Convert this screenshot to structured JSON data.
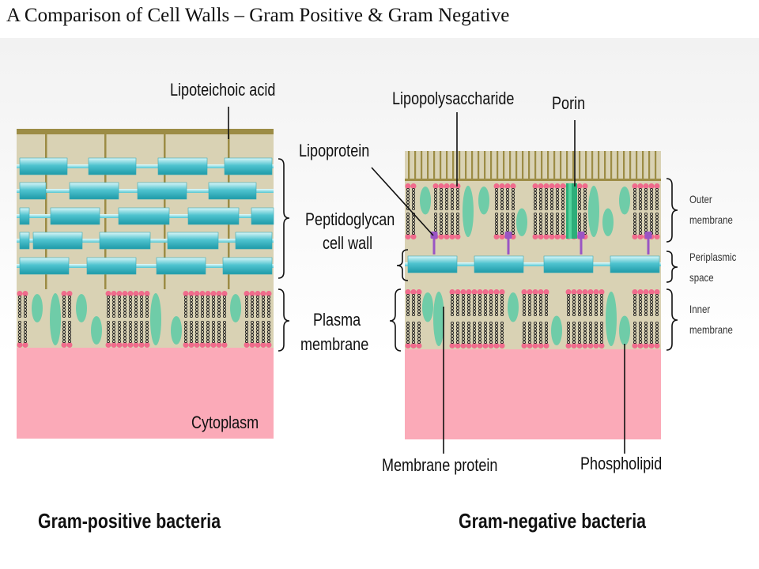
{
  "title": "A Comparison of Cell Walls – Gram Positive & Gram Negative",
  "gram_positive": {
    "caption": "Gram-positive bacteria",
    "labels": {
      "lipoteichoic_acid": "Lipoteichoic  acid",
      "peptidoglycan": [
        "Peptidoglycan",
        "cell wall"
      ],
      "plasma_membrane": [
        "Plasma",
        "membrane"
      ],
      "cytoplasm": "Cytoplasm"
    }
  },
  "gram_negative": {
    "caption": "Gram-negative bacteria",
    "labels": {
      "lipopolysaccharide": "Lipopolysaccharide",
      "porin": "Porin",
      "lipoprotein": "Lipoprotein",
      "outer_membrane": [
        "Outer",
        "membrane"
      ],
      "periplasmic_space": [
        "Periplasmic",
        "space"
      ],
      "inner_membrane": [
        "Inner",
        "membrane"
      ],
      "membrane_protein": "Membrane protein",
      "phospholipid": "Phospholipid"
    }
  },
  "colors": {
    "cytoplasm": "#fbaab8",
    "matrix": "#d9d2b4",
    "peptidoglycan_fill": "#4ec3cf",
    "lipid_head": "#f06b8c",
    "membrane_protein": "#6fcca8",
    "porin": "#2dae7a",
    "lipoprotein": "#9a55c4",
    "lps": "#9c8c45"
  }
}
